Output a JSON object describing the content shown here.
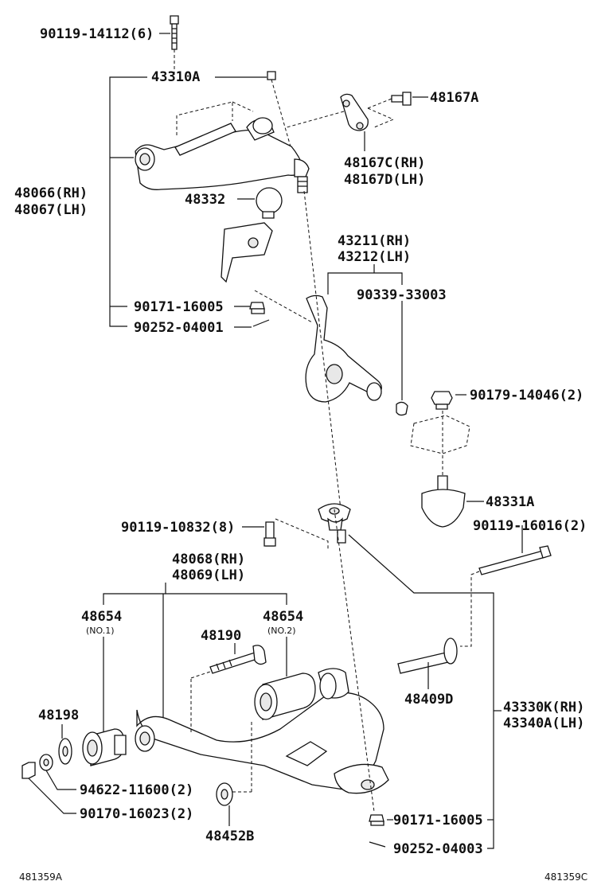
{
  "labels": {
    "p90119_14112": "90119-14112(6)",
    "p43310A": "43310A",
    "p48167A": "48167A",
    "p48167C": "48167C(RH)",
    "p48167D": "48167D(LH)",
    "p48066": "48066(RH)",
    "p48067": "48067(LH)",
    "p48332": "48332",
    "p43211": "43211(RH)",
    "p43212": "43212(LH)",
    "p90339_33003": "90339-33003",
    "p90171_16005a": "90171-16005",
    "p90252_04001": "90252-04001",
    "p90179_14046": "90179-14046(2)",
    "p48331A": "48331A",
    "p90119_10832": "90119-10832(8)",
    "p90119_16016": "90119-16016(2)",
    "p48068": "48068(RH)",
    "p48069": "48069(LH)",
    "p48654a": "48654",
    "p48654a_sub": "(NO.1)",
    "p48654b": "48654",
    "p48654b_sub": "(NO.2)",
    "p48190": "48190",
    "p48409D": "48409D",
    "p48198": "48198",
    "p43330K": "43330K(RH)",
    "p43340A": "43340A(LH)",
    "p94622": "94622-11600(2)",
    "p90170": "90170-16023(2)",
    "p90171_16005b": "90171-16005",
    "p48452B": "48452B",
    "p90252_04003": "90252-04003"
  },
  "footer": {
    "left_ref": "481359A",
    "right_ref": "481359C"
  }
}
